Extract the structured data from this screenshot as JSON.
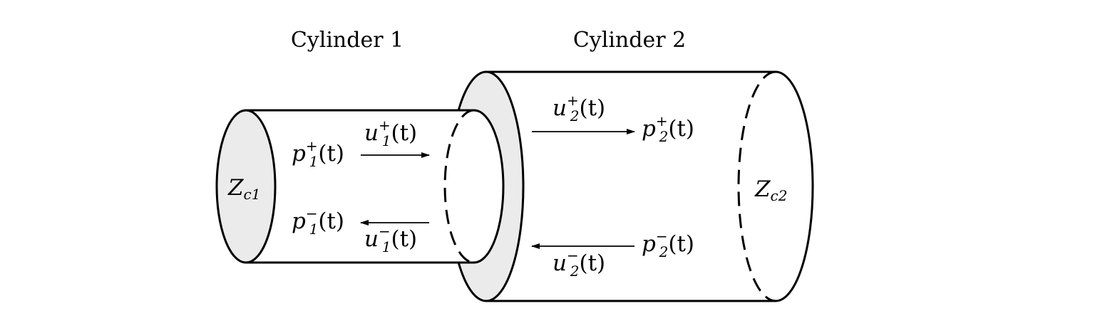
{
  "titles": {
    "cyl1": "Cylinder 1",
    "cyl2": "Cylinder 2"
  },
  "impedances": {
    "z1": {
      "base": "Z",
      "sub": "c1"
    },
    "z2": {
      "base": "Z",
      "sub": "c2"
    }
  },
  "waves": {
    "p1_plus": {
      "base": "p",
      "sub": "1",
      "sup": "+",
      "arg": "(t)"
    },
    "p1_minus": {
      "base": "p",
      "sub": "1",
      "sup": "−",
      "arg": "(t)"
    },
    "u1_plus": {
      "base": "u",
      "sub": "1",
      "sup": "+",
      "arg": "(t)"
    },
    "u1_minus": {
      "base": "u",
      "sub": "1",
      "sup": "−",
      "arg": "(t)"
    },
    "u2_plus": {
      "base": "u",
      "sub": "2",
      "sup": "+",
      "arg": "(t)"
    },
    "u2_minus": {
      "base": "u",
      "sub": "2",
      "sup": "−",
      "arg": "(t)"
    },
    "p2_plus": {
      "base": "p",
      "sub": "2",
      "sup": "+",
      "arg": "(t)"
    },
    "p2_minus": {
      "base": "p",
      "sub": "2",
      "sup": "−",
      "arg": "(t)"
    }
  },
  "colors": {
    "stroke": "#000000",
    "cap_fill": "#ebebeb",
    "background": "#ffffff"
  }
}
